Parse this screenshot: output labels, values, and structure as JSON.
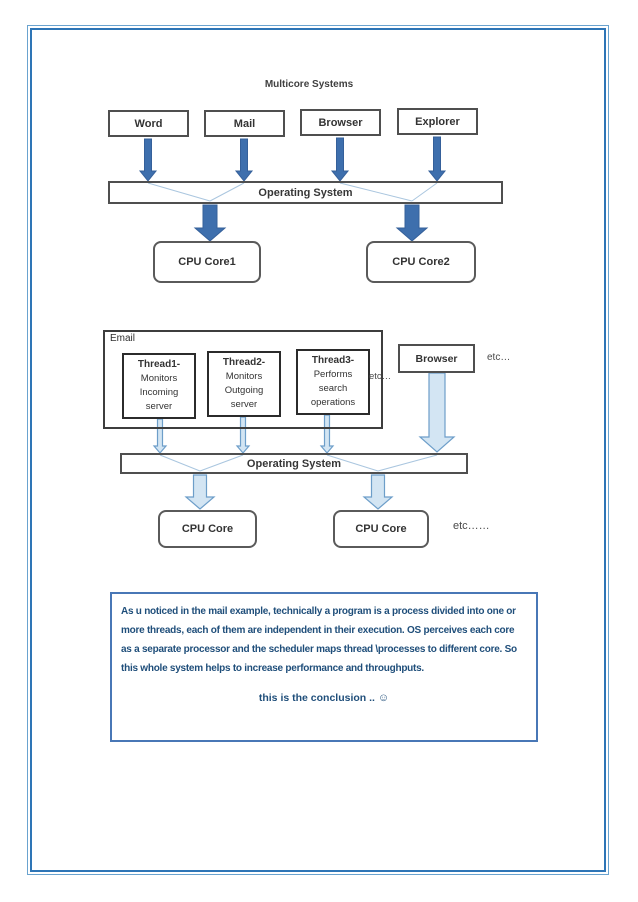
{
  "page": {
    "background": "#ffffff",
    "frame_outer_color": "#6aa3cf",
    "frame_inner_color": "#2e75b6"
  },
  "diagram1": {
    "title": "Multicore Systems",
    "apps": [
      "Word",
      "Mail",
      "Browser",
      "Explorer"
    ],
    "os_label": "Operating System",
    "cores": [
      "CPU Core1",
      "CPU Core2"
    ]
  },
  "diagram2": {
    "email_label": "Email",
    "threads": [
      {
        "title": "Thread1-",
        "lines": [
          "Monitors",
          "Incoming",
          "server"
        ]
      },
      {
        "title": "Thread2-",
        "lines": [
          "Monitors",
          "Outgoing",
          "server"
        ]
      },
      {
        "title": "Thread3-",
        "lines": [
          "Performs",
          "search",
          "operations"
        ]
      }
    ],
    "email_etc": "etc…",
    "browser_label": "Browser",
    "browser_etc": "etc…",
    "os_label": "Operating System",
    "cores": [
      "CPU Core",
      "CPU Core"
    ],
    "cores_etc": "etc……"
  },
  "conclusion": {
    "paragraph": "As u noticed in the mail example, technically a program is a process divided into one or more threads, each of them are independent in their execution. OS perceives each core as a separate processor and the scheduler maps thread \\processes to different core. So this whole system helps to increase performance and throughputs.",
    "closing": "this is the conclusion ..",
    "smiley": "☺"
  },
  "colors": {
    "solid_arrow": "#3e6fad",
    "solid_arrow_stroke": "#35609a",
    "light_arrow_fill": "#d3e5f3",
    "light_arrow_stroke": "#6d9ec9",
    "converge_line": "#aac6df",
    "box_border": "#4f4f4f",
    "conclusion_border": "#4877b6",
    "conclusion_text": "#1f4e7a"
  }
}
